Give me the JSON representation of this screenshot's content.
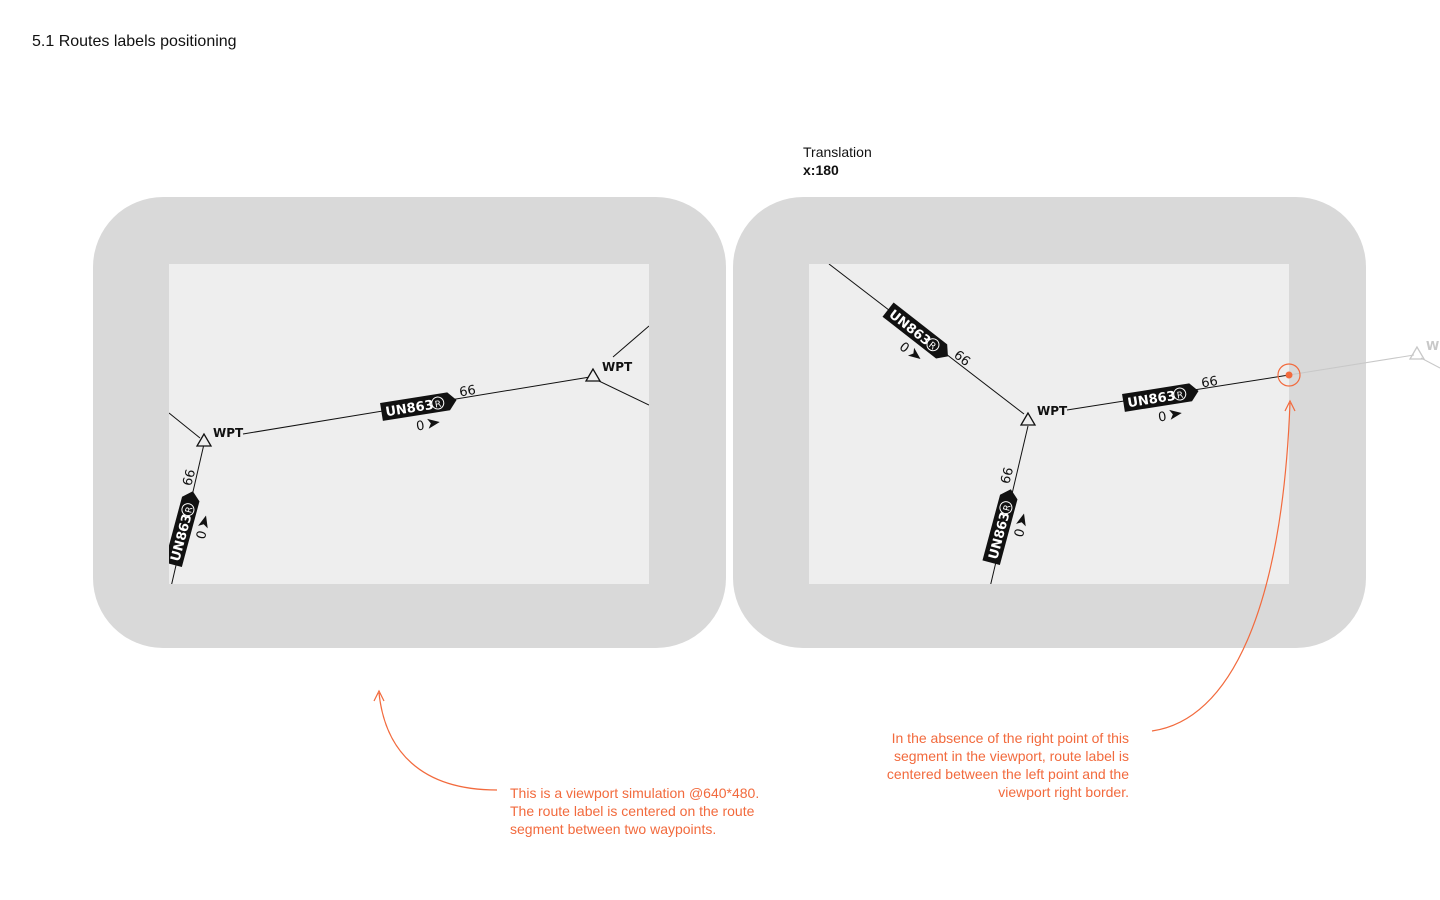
{
  "page": {
    "title": "5.1 Routes labels positioning"
  },
  "translation": {
    "label": "Translation",
    "value": "x:180"
  },
  "route_label": {
    "name": "UN863",
    "restriction_symbol": "R",
    "flight_level": "66",
    "lower_value": "0"
  },
  "waypoint": {
    "label": "WPT"
  },
  "notes": {
    "viewport": "This is a viewport simulation @640*480.\nThe route label is centered on the route segment between two waypoints.",
    "absence": "In the absence of the right point of this segment in the viewport, route label is centered between the left point and the viewport right border."
  },
  "colors": {
    "frame": "#d9d9d9",
    "viewport": "#eeeeee",
    "line": "#111111",
    "annotation": "#f26a3d",
    "ghost": "#c8c8c8"
  }
}
